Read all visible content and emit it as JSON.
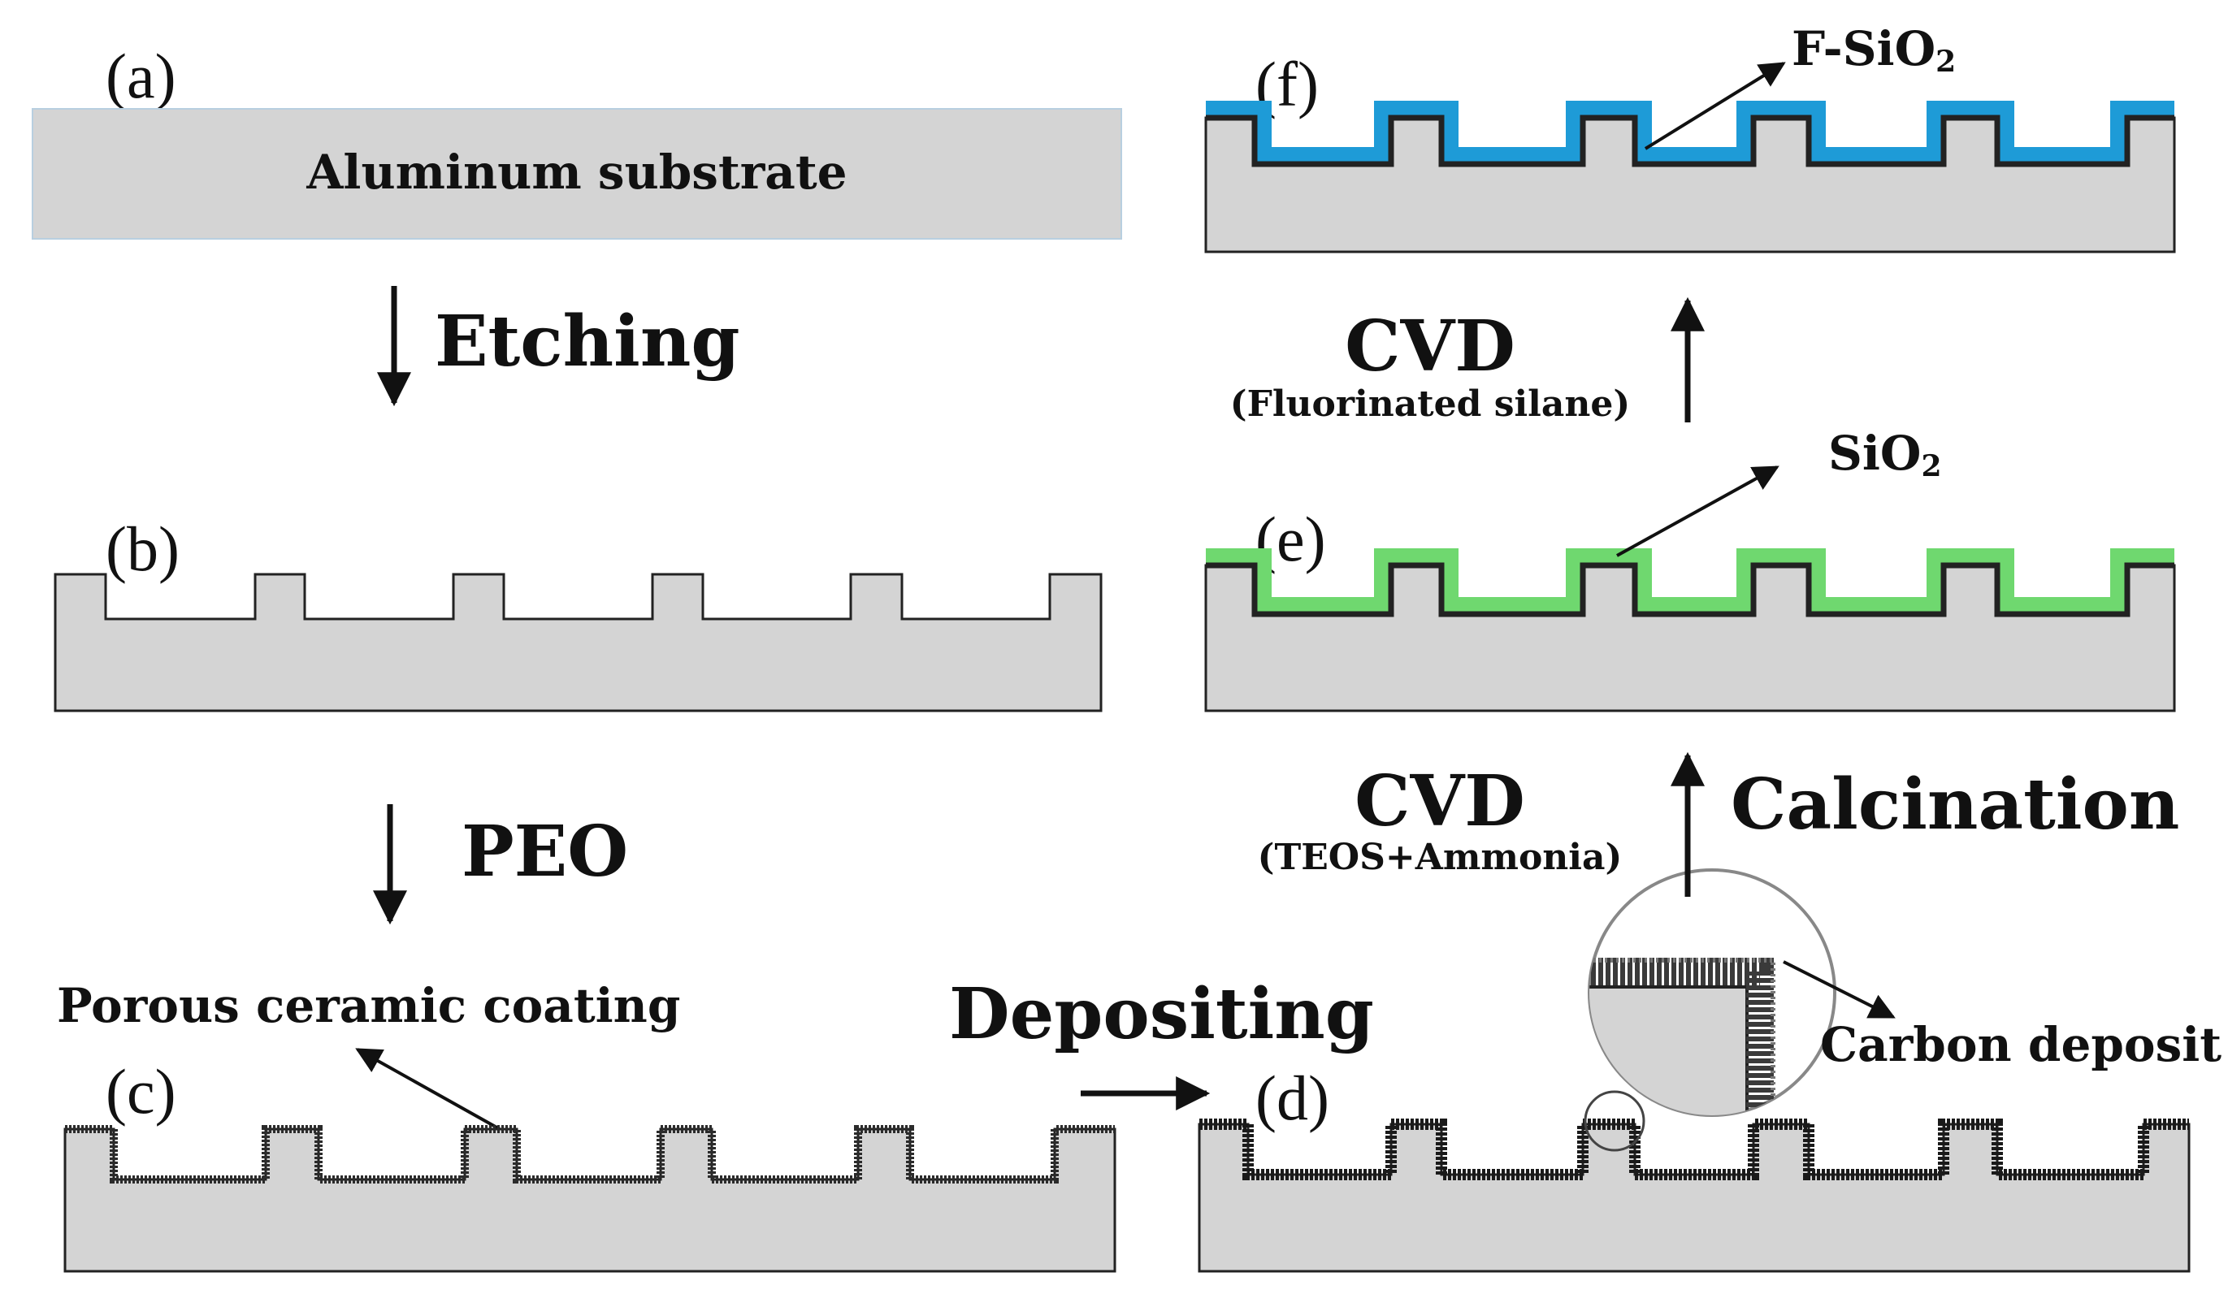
{
  "figure": {
    "panels": {
      "a": {
        "letter": "(a)",
        "label": "Aluminum substrate"
      },
      "b": {
        "letter": "(b)"
      },
      "c": {
        "letter": "(c)",
        "label": "Porous ceramic coating"
      },
      "d": {
        "letter": "(d)",
        "label": "Carbon deposit"
      },
      "e": {
        "letter": "(e)",
        "label_main": "SiO",
        "label_sub": "2"
      },
      "f": {
        "letter": "(f)",
        "label_main": "F-SiO",
        "label_sub": "2"
      }
    },
    "steps": {
      "etching": "Etching",
      "peo": "PEO",
      "depositing": "Depositing",
      "cvd1_title": "CVD",
      "cvd1_sub": "(TEOS+Ammonia)",
      "calcination": "Calcination",
      "cvd2_title": "CVD",
      "cvd2_sub": "(Fluorinated silane)"
    },
    "colors": {
      "substrate": "#d4d4d4",
      "outline": "#222222",
      "coating": "#2b2b2b",
      "sio2": "#6fd86f",
      "fsio2": "#1e9bd7"
    }
  }
}
